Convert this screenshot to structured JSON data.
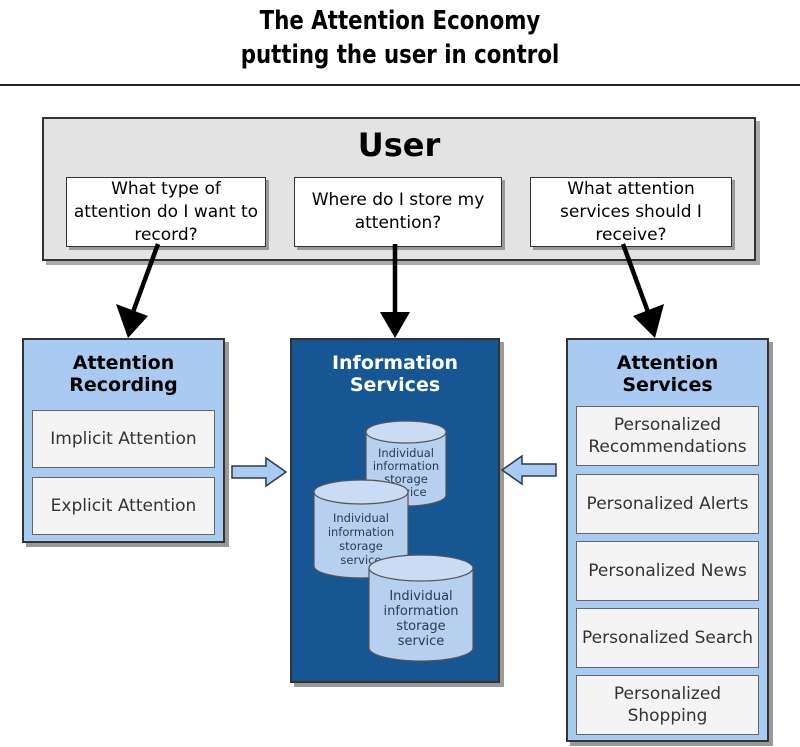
{
  "header": {
    "title_line1": "The Attention Economy",
    "title_line2": "putting the user in control"
  },
  "user": {
    "title": "User",
    "questions": [
      "What type of attention do I want to record?",
      "Where do I store my attention?",
      "What attention services should I receive?"
    ]
  },
  "attention_recording": {
    "title": "Attention Recording",
    "items": [
      "Implicit  Attention",
      "Explicit  Attention"
    ]
  },
  "information_services": {
    "title": "Information Services",
    "storage_label_line1": "Individual",
    "storage_label_line2": "information",
    "storage_label_line3": "storage",
    "storage_label_line4": "service"
  },
  "attention_services": {
    "title": "Attention Services",
    "items": [
      "Personalized Recommendations",
      "Personalized Alerts",
      "Personalized News",
      "Personalized Search",
      "Personalized Shopping"
    ]
  },
  "colors": {
    "light_panel": "#a9cbf1",
    "dark_panel": "#165692",
    "user_panel": "#e3e3e3",
    "cylinder": "#b7d0ef"
  }
}
